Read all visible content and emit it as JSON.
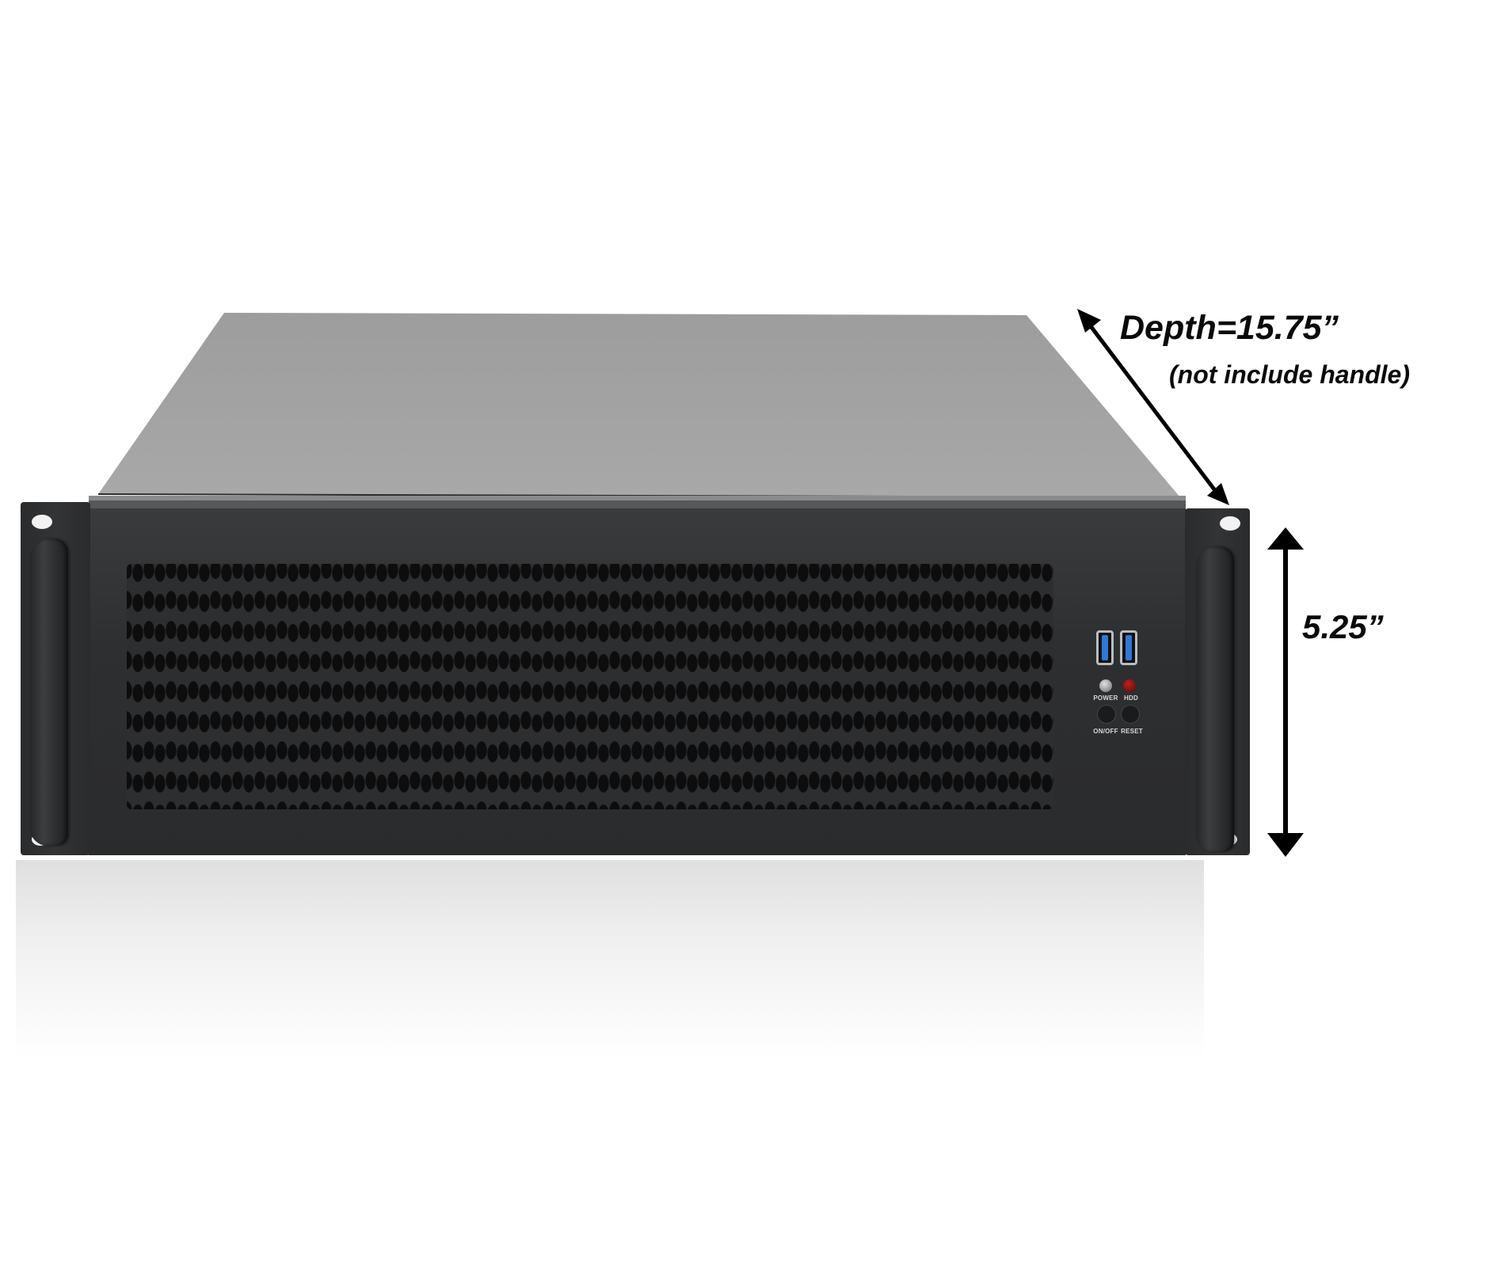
{
  "product": {
    "type": "3U rackmount server chassis",
    "colors": {
      "chassis": "#2d2e30",
      "lid": "#a3a3a3",
      "usb_blue": "#2f78d6",
      "hdd_led": "#8a1010",
      "background": "#ffffff"
    }
  },
  "annotations": {
    "depth": {
      "label": "Depth=15.75”",
      "note": "(not include handle)"
    },
    "height": {
      "label": "5.25”"
    }
  },
  "front_panel": {
    "usb_ports": [
      {
        "name": "usb-3-port-1"
      },
      {
        "name": "usb-3-port-2"
      }
    ],
    "indicators": [
      {
        "label": "POWER",
        "color": "#bdbdbd"
      },
      {
        "label": "HDD",
        "color": "#8a1010"
      }
    ],
    "buttons": [
      {
        "label": "ON/OFF"
      },
      {
        "label": "RESET"
      }
    ]
  }
}
